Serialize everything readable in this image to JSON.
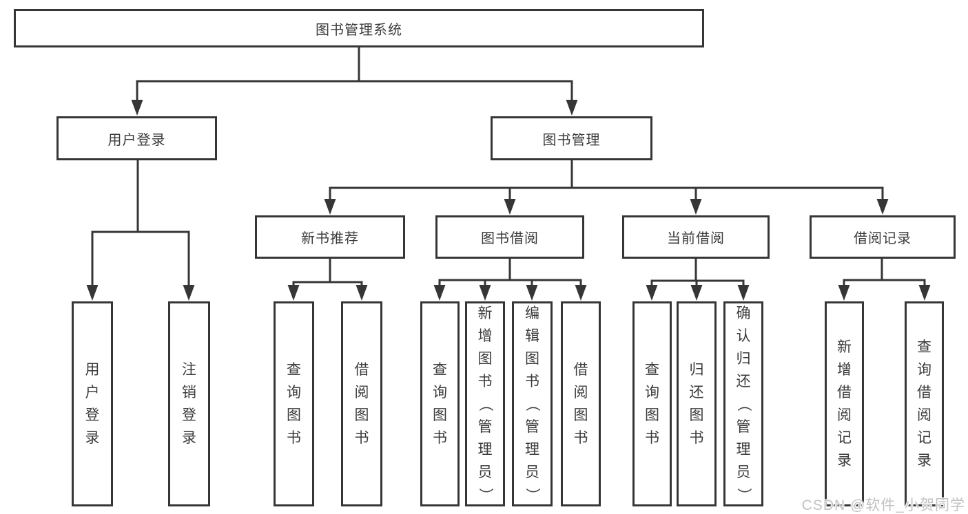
{
  "tree": {
    "root": {
      "label": "图书管理系统",
      "children": [
        {
          "label": "用户登录",
          "children": [
            {
              "label": "用户登录"
            },
            {
              "label": "注销登录"
            }
          ]
        },
        {
          "label": "图书管理",
          "children": [
            {
              "label": "新书推荐",
              "children": [
                {
                  "label": "查询图书"
                },
                {
                  "label": "借阅图书"
                }
              ]
            },
            {
              "label": "图书借阅",
              "children": [
                {
                  "label": "查询图书"
                },
                {
                  "label": "新增图书（管理员）"
                },
                {
                  "label": "编辑图书（管理员）"
                },
                {
                  "label": "借阅图书"
                }
              ]
            },
            {
              "label": "当前借阅",
              "children": [
                {
                  "label": "查询图书"
                },
                {
                  "label": "归还图书"
                },
                {
                  "label": "确认归还（管理员）"
                }
              ]
            },
            {
              "label": "借阅记录",
              "children": [
                {
                  "label": "新增借阅记录"
                },
                {
                  "label": "查询借阅记录"
                }
              ]
            }
          ]
        }
      ]
    }
  },
  "watermark": {
    "text": "CSDN @软件_小贺同学"
  },
  "colors": {
    "line": "#363636",
    "text": "#3b3b3b",
    "background": "#ffffff",
    "watermark": "#c2c2c2"
  }
}
